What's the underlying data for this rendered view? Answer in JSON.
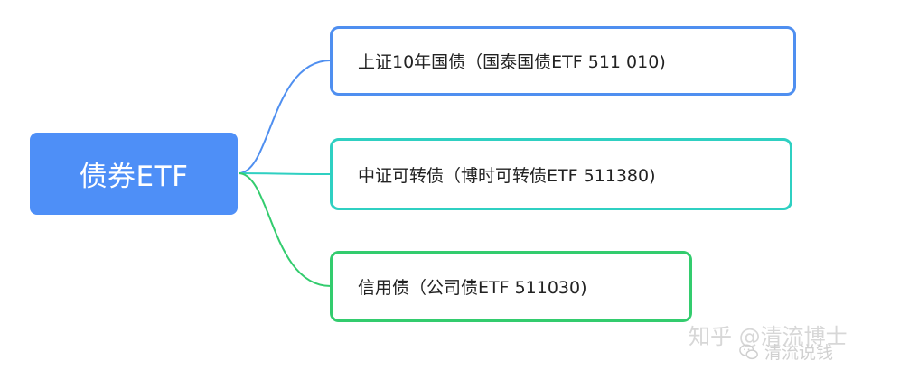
{
  "mindmap": {
    "root": {
      "label": "债券ETF",
      "color": "#4e8ff7"
    },
    "children": [
      {
        "label": "上证10年国债（国泰国债ETF 511 010)",
        "color": "#4f8ff0"
      },
      {
        "label": "中证可转债（博时可转债ETF 511380)",
        "color": "#2fd0c2"
      },
      {
        "label": "信用债（公司债ETF 511030)",
        "color": "#33cc6e"
      }
    ]
  },
  "watermark": {
    "line1": "知乎 @清流博士",
    "line2": "清流说钱",
    "logo_icon": "wechat-icon"
  }
}
